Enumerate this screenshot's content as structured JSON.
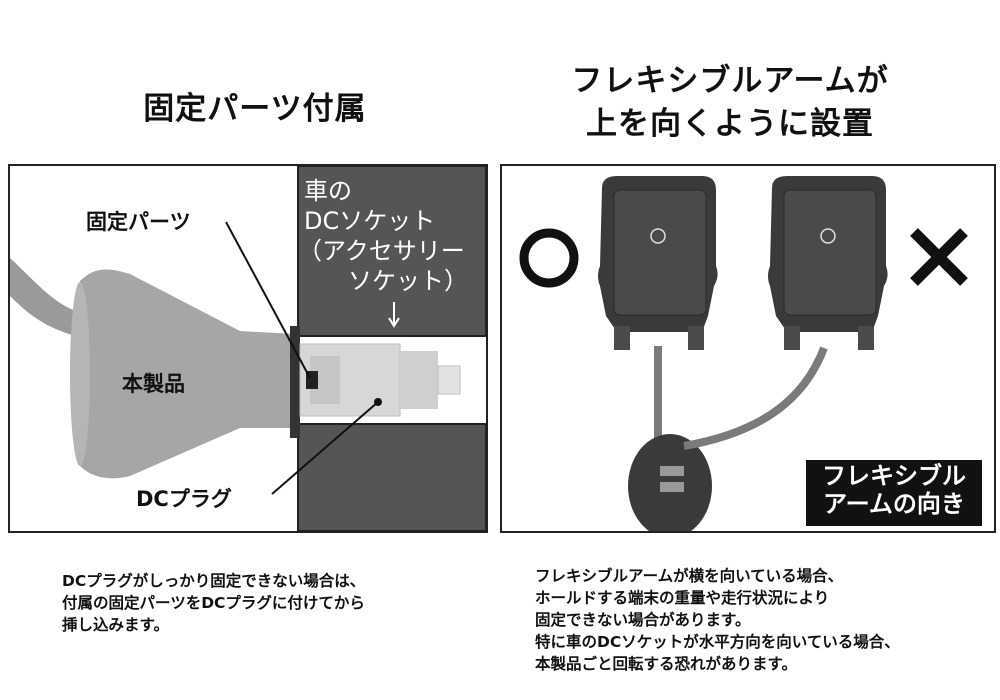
{
  "left": {
    "title": "固定パーツ付属",
    "labels": {
      "fixing_part": "固定パーツ",
      "product": "本製品",
      "dc_plug": "DCプラグ"
    },
    "socket": {
      "line1": "車の",
      "line2": "DCソケット",
      "line3": "（アクセサリー",
      "line4": "ソケット）"
    },
    "note": [
      "DCプラグがしっかり固定できない場合は、",
      "付属の固定パーツをDCプラグに付けてから",
      "挿し込みます。"
    ]
  },
  "right": {
    "title_line1": "フレキシブルアームが",
    "title_line2": "上を向くように設置",
    "badge_line1": "フレキシブル",
    "badge_line2": "アームの向き",
    "note": [
      "フレキシブルアームが横を向いている場合、",
      "ホールドする端末の重量や走行状況により",
      "固定できない場合があります。",
      "特に車のDCソケットが水平方向を向いている場合、",
      "本製品ごと回転する恐れがあります。"
    ]
  },
  "colors": {
    "socket_dark": "#555555",
    "product_gray": "#a6a6a6",
    "holder_dark": "#3a3a3a"
  }
}
